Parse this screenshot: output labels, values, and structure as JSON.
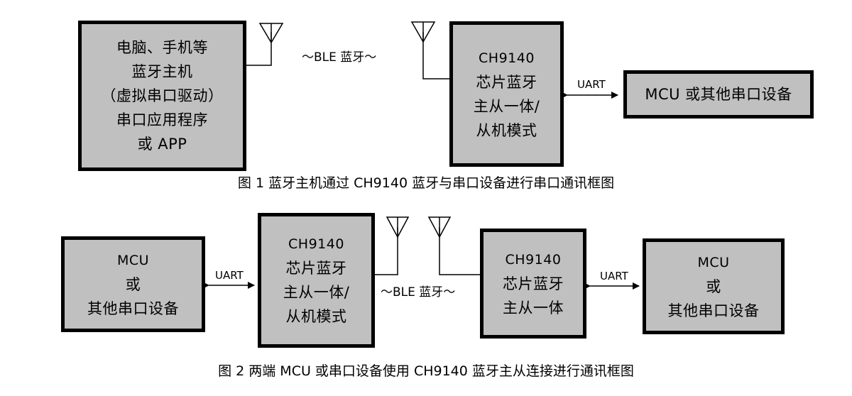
{
  "figure1": {
    "host_box": {
      "lines": [
        "电脑、手机等",
        "蓝牙主机",
        "（虚拟串口驱动）",
        "串口应用程序",
        "或 APP"
      ]
    },
    "link_label": "～BLE 蓝牙～",
    "chip_box": {
      "lines": [
        "CH9140",
        "芯片蓝牙",
        "主从一体/",
        "从机模式"
      ]
    },
    "uart_label": "UART",
    "device_box": {
      "lines": [
        "MCU 或其他串口设备"
      ]
    },
    "caption": "图 1  蓝牙主机通过 CH9140 蓝牙与串口设备进行串口通讯框图"
  },
  "figure2": {
    "left_device_box": {
      "lines": [
        "MCU",
        "或",
        "其他串口设备"
      ]
    },
    "left_uart_label": "UART",
    "left_chip_box": {
      "lines": [
        "CH9140",
        "芯片蓝牙",
        "主从一体/",
        "从机模式"
      ]
    },
    "link_label": "～BLE 蓝牙～",
    "right_chip_box": {
      "lines": [
        "CH9140",
        "芯片蓝牙",
        "主从一体"
      ]
    },
    "right_uart_label": "UART",
    "right_device_box": {
      "lines": [
        "MCU",
        "或",
        "其他串口设备"
      ]
    },
    "caption": "图 2  两端 MCU 或串口设备使用 CH9140 蓝牙主从连接进行通讯框图"
  },
  "colors": {
    "box_fill": "#c0c0c0",
    "box_border": "#000000",
    "line": "#000000",
    "background": "#ffffff"
  }
}
